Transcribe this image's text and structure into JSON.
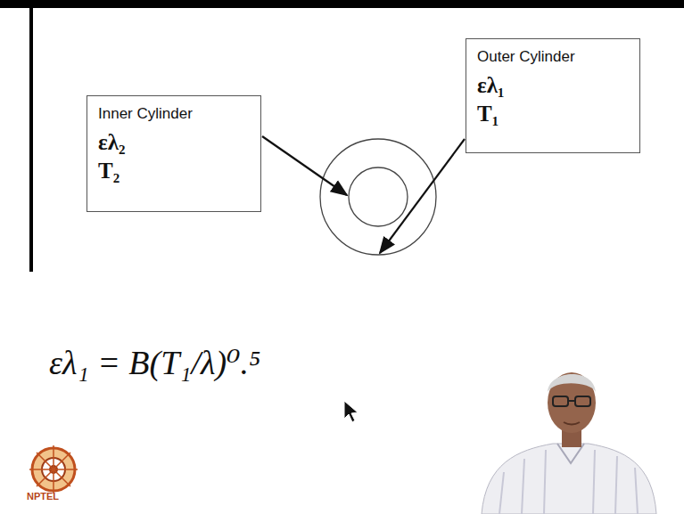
{
  "diagram": {
    "nodes": [
      {
        "text": [
          "Inner Cylinder",
          "ελ₂",
          "T₂"
        ]
      },
      {
        "text": [
          "Outer Cylinder",
          "ελ₁",
          "T₁"
        ]
      }
    ],
    "labels": [
      "ελ₁ = B(T₁/λ)⁰.⁵",
      "NPTEL"
    ]
  }
}
